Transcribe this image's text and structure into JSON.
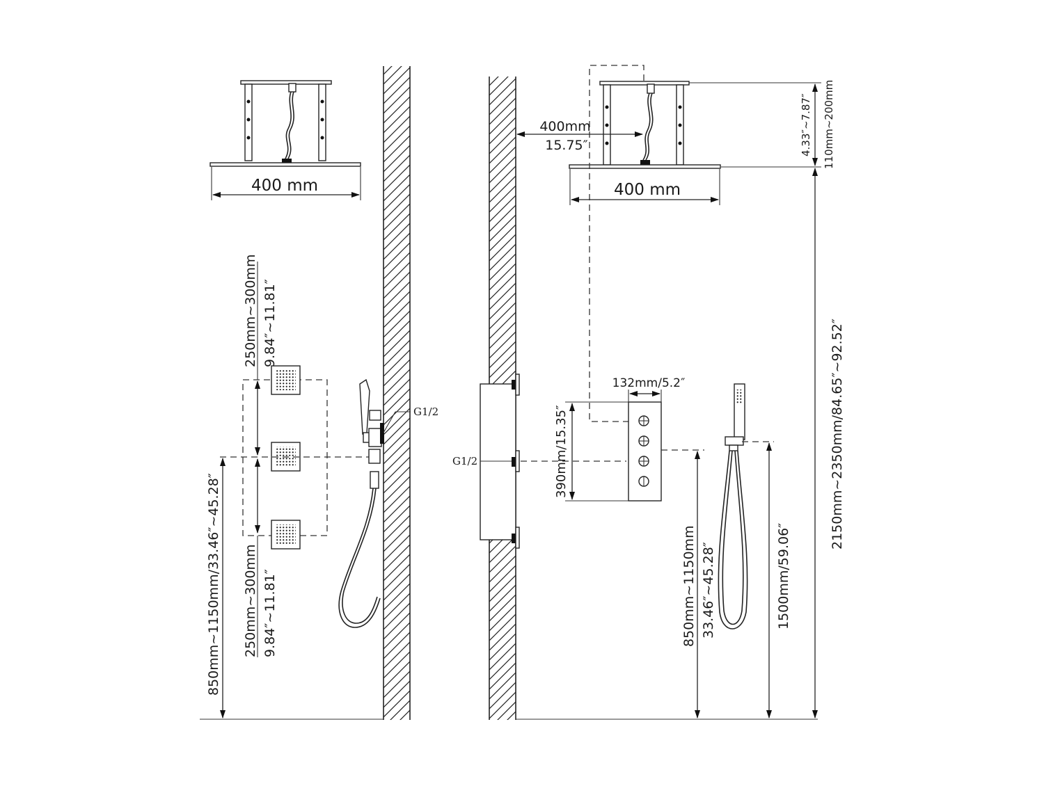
{
  "left_view": {
    "head_width": "400 mm",
    "spacing_upper_mm": "250mm~300mm",
    "spacing_upper_in": "9.84″~11.81″",
    "spacing_lower_mm": "250mm~300mm",
    "spacing_lower_in": "9.84″~11.81″",
    "height": "850mm~1150mm/33.46″~45.28″",
    "connection": "G1/2"
  },
  "right_view": {
    "offset_mm": "400mm",
    "offset_in": "15.75″",
    "head_width": "400 mm",
    "drop_in": "4.33″~7.87″",
    "drop_mm": "110mm~200mm",
    "total_height": "2150mm~2350mm/84.65″~92.52″",
    "panel_width": "132mm/5.2″",
    "panel_height": "390mm/15.35″",
    "connection": "G1/2",
    "valve_height_mm": "850mm~1150mm",
    "valve_height_in": "33.46″~45.28″",
    "handshower_height": "1500mm/59.06″"
  }
}
